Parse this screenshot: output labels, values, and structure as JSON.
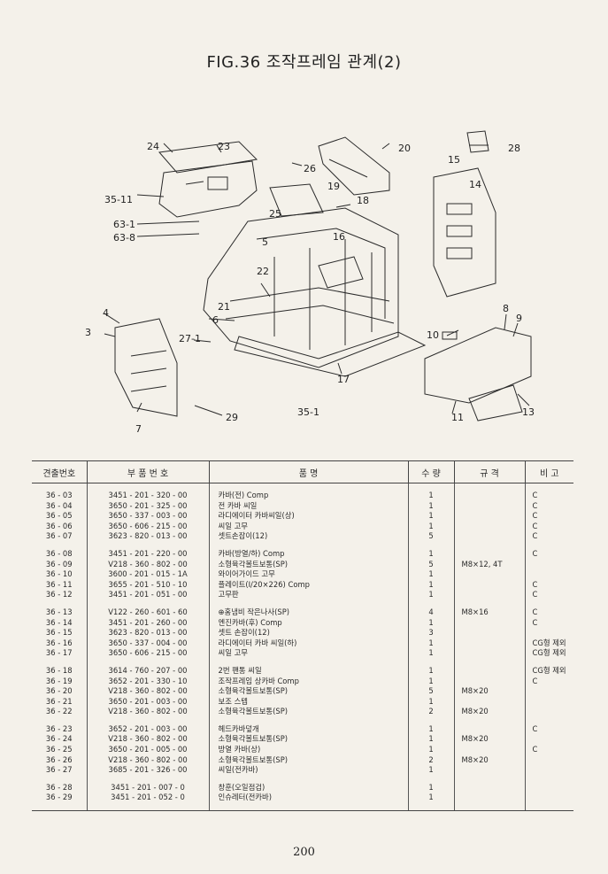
{
  "figure": {
    "title": "FIG.36 조작프레임 관계(2)"
  },
  "callouts": {
    "c24": "24",
    "c23": "23",
    "c20": "20",
    "c28": "28",
    "c26": "26",
    "c15": "15",
    "c14": "14",
    "c19": "19",
    "c18": "18",
    "c35_11": "35-11",
    "c25": "25",
    "c63_1": "63-1",
    "c63_8": "63-8",
    "c16": "16",
    "c5": "5",
    "c22": "22",
    "c21": "21",
    "c6": "6",
    "c4": "4",
    "c3": "3",
    "c27_1": "27-1",
    "c8": "8",
    "c9": "9",
    "c10": "10",
    "c17": "17",
    "c29": "29",
    "c7": "7",
    "c35_1": "35-1",
    "c11": "11",
    "c13": "13"
  },
  "table": {
    "headers": {
      "ref": "견출번호",
      "part_no": "부 품 번 호",
      "name": "품                    명",
      "qty": "수 량",
      "spec": "규      격",
      "remark": "비 고"
    },
    "groups": [
      [
        {
          "ref": "36 - 03",
          "part_no": "3451 - 201 - 320 - 00",
          "name": "카바(전) Comp",
          "qty": "1",
          "spec": "",
          "remark": "C"
        },
        {
          "ref": "36 - 04",
          "part_no": "3650 - 201 - 325 - 00",
          "name": "전 카바 씨일",
          "qty": "1",
          "spec": "",
          "remark": "C"
        },
        {
          "ref": "36 - 05",
          "part_no": "3650 - 337 - 003 - 00",
          "name": "라디에이터 카바씨일(상)",
          "qty": "1",
          "spec": "",
          "remark": "C"
        },
        {
          "ref": "36 - 06",
          "part_no": "3650 - 606 - 215 - 00",
          "name": "씨일 고무",
          "qty": "1",
          "spec": "",
          "remark": "C"
        },
        {
          "ref": "36 - 07",
          "part_no": "3623 - 820 - 013 - 00",
          "name": "셋트손잡이(12)",
          "qty": "5",
          "spec": "",
          "remark": "C"
        }
      ],
      [
        {
          "ref": "36 - 08",
          "part_no": "3451 - 201 - 220 - 00",
          "name": "카바(방열/하) Comp",
          "qty": "1",
          "spec": "",
          "remark": "C"
        },
        {
          "ref": "36 - 09",
          "part_no": "V218 - 360 - 802 - 00",
          "name": "소형육각볼트보통(SP)",
          "qty": "5",
          "spec": "M8×12, 4T",
          "remark": ""
        },
        {
          "ref": "36 - 10",
          "part_no": "3600 - 201 - 015 - 1A",
          "name": "와이어가이드 고무",
          "qty": "1",
          "spec": "",
          "remark": ""
        },
        {
          "ref": "36 - 11",
          "part_no": "3655 - 201 - 510 - 10",
          "name": "플레이트(I/20×226) Comp",
          "qty": "1",
          "spec": "",
          "remark": "C"
        },
        {
          "ref": "36 - 12",
          "part_no": "3451 - 201 - 051 - 00",
          "name": "고무판",
          "qty": "1",
          "spec": "",
          "remark": "C"
        }
      ],
      [
        {
          "ref": "36 - 13",
          "part_no": "V122 - 260 - 601 - 60",
          "name": "⊕홈냄비 작은나사(SP)",
          "qty": "4",
          "spec": "M8×16",
          "remark": "C"
        },
        {
          "ref": "36 - 14",
          "part_no": "3451 - 201 - 260 - 00",
          "name": "엔진카바(후) Comp",
          "qty": "1",
          "spec": "",
          "remark": "C"
        },
        {
          "ref": "36 - 15",
          "part_no": "3623 - 820 - 013 - 00",
          "name": "셋트 손잡이(12)",
          "qty": "3",
          "spec": "",
          "remark": ""
        },
        {
          "ref": "36 - 16",
          "part_no": "3650 - 337 - 004 - 00",
          "name": "라디에이터 카바 씨일(하)",
          "qty": "1",
          "spec": "",
          "remark": "CG형 제외"
        },
        {
          "ref": "36 - 17",
          "part_no": "3650 - 606 - 215 - 00",
          "name": "씨일 고무",
          "qty": "1",
          "spec": "",
          "remark": "CG형 제외"
        }
      ],
      [
        {
          "ref": "36 - 18",
          "part_no": "3614 - 760 - 207 - 00",
          "name": "2번 팬통 씨일",
          "qty": "1",
          "spec": "",
          "remark": "CG형 제외"
        },
        {
          "ref": "36 - 19",
          "part_no": "3652 - 201 - 330 - 10",
          "name": "조작프레임 상카바 Comp",
          "qty": "1",
          "spec": "",
          "remark": "C"
        },
        {
          "ref": "36 - 20",
          "part_no": "V218 - 360 - 802 - 00",
          "name": "소형육각볼트보통(SP)",
          "qty": "5",
          "spec": "M8×20",
          "remark": ""
        },
        {
          "ref": "36 - 21",
          "part_no": "3650 - 201 - 003 - 00",
          "name": "보조 스텝",
          "qty": "1",
          "spec": "",
          "remark": ""
        },
        {
          "ref": "36 - 22",
          "part_no": "V218 - 360 - 802 - 00",
          "name": "소형육각볼트보통(SP)",
          "qty": "2",
          "spec": "M8×20",
          "remark": ""
        }
      ],
      [
        {
          "ref": "36 - 23",
          "part_no": "3652 - 201 - 003 - 00",
          "name": "헤드카바덮개",
          "qty": "1",
          "spec": "",
          "remark": "C"
        },
        {
          "ref": "36 - 24",
          "part_no": "V218 - 360 - 802 - 00",
          "name": "소형육각볼트보통(SP)",
          "qty": "1",
          "spec": "M8×20",
          "remark": ""
        },
        {
          "ref": "36 - 25",
          "part_no": "3650 - 201 - 005 - 00",
          "name": "방열 카바(상)",
          "qty": "1",
          "spec": "",
          "remark": "C"
        },
        {
          "ref": "36 - 26",
          "part_no": "V218 - 360 - 802 - 00",
          "name": "소형육각볼트보통(SP)",
          "qty": "2",
          "spec": "M8×20",
          "remark": ""
        },
        {
          "ref": "36 - 27",
          "part_no": "3685 - 201 - 326 - 00",
          "name": "씨일(전카바)",
          "qty": "1",
          "spec": "",
          "remark": ""
        }
      ],
      [
        {
          "ref": "36 - 28",
          "part_no": "3451 - 201 - 007 - 0",
          "name": "창훈(오일점검)",
          "qty": "1",
          "spec": "",
          "remark": ""
        },
        {
          "ref": "36 - 29",
          "part_no": "3451 - 201 - 052 - 0",
          "name": "인슈레터(전카바)",
          "qty": "1",
          "spec": "",
          "remark": ""
        }
      ]
    ]
  },
  "page": {
    "number": "200"
  }
}
